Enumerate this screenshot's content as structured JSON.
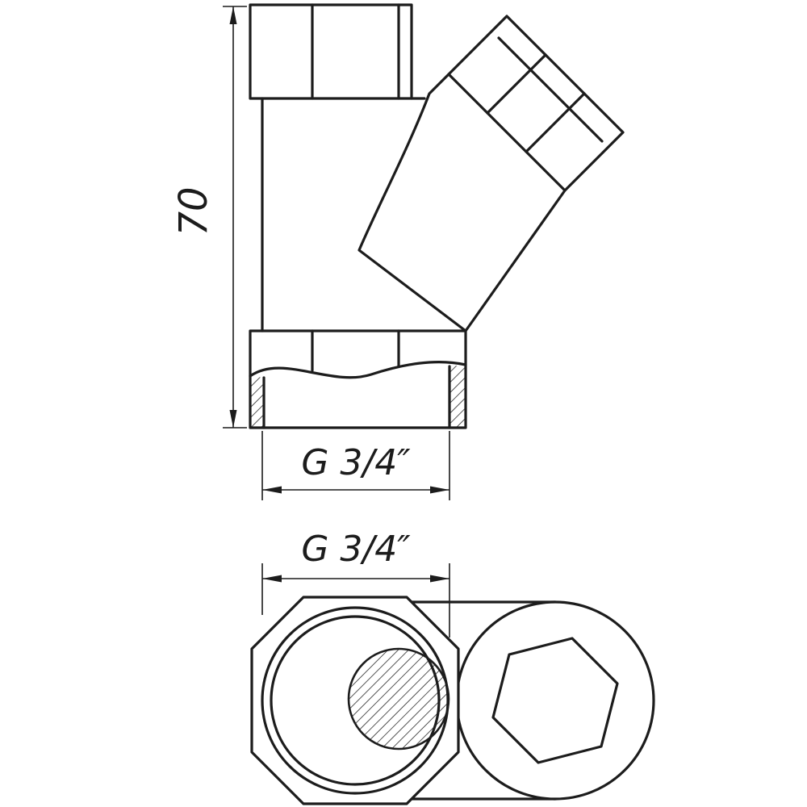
{
  "labels": {
    "height_dimension": "70",
    "front_thread_dimension": "G 3/4″",
    "side_thread_dimension": "G 3/4″"
  },
  "colors": {
    "line": "#1c1c1c",
    "background": "#ffffff"
  }
}
